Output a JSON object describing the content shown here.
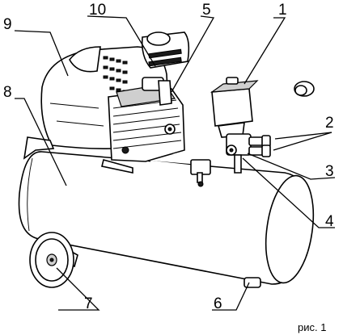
{
  "callouts": {
    "c1": "1",
    "c2": "2",
    "c3": "3",
    "c4": "4",
    "c5": "5",
    "c6": "6",
    "c7": "7",
    "c8": "8",
    "c9": "9",
    "c10": "10"
  },
  "caption": "рис. 1"
}
